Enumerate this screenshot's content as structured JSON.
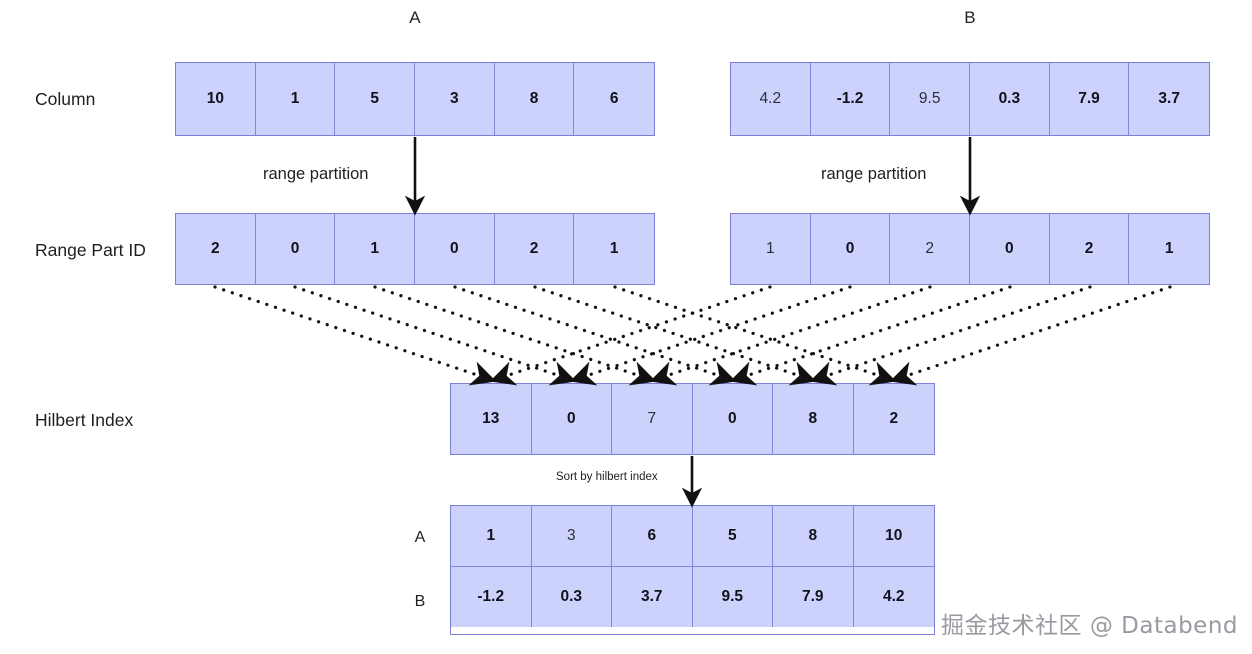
{
  "diagram": {
    "title_a": "A",
    "title_b": "B",
    "labels": {
      "column": "Column",
      "range_part_id": "Range Part ID",
      "hilbert_index": "Hilbert Index",
      "row_a": "A",
      "row_b": "B"
    },
    "edges": {
      "range_partition_a": "range partition",
      "range_partition_b": "range partition",
      "sort_by_hilbert": "Sort by hilbert index"
    },
    "column_a": {
      "name": "A",
      "values": [
        "10",
        "1",
        "5",
        "3",
        "8",
        "6"
      ],
      "bold": [
        true,
        true,
        true,
        true,
        true,
        true
      ]
    },
    "column_b": {
      "name": "B",
      "values": [
        "4.2",
        "-1.2",
        "9.5",
        "0.3",
        "7.9",
        "3.7"
      ],
      "bold": [
        false,
        true,
        false,
        true,
        true,
        true
      ]
    },
    "range_part_id_a": {
      "values": [
        "2",
        "0",
        "1",
        "0",
        "2",
        "1"
      ],
      "bold": [
        true,
        true,
        true,
        true,
        true,
        true
      ]
    },
    "range_part_id_b": {
      "values": [
        "1",
        "0",
        "2",
        "0",
        "2",
        "1"
      ],
      "bold": [
        false,
        true,
        false,
        true,
        true,
        true
      ]
    },
    "hilbert_index": {
      "values": [
        "13",
        "0",
        "7",
        "0",
        "8",
        "2"
      ],
      "bold": [
        true,
        true,
        false,
        true,
        true,
        true
      ]
    },
    "sorted_table": {
      "rows": [
        {
          "label": "A",
          "values": [
            "1",
            "3",
            "6",
            "5",
            "8",
            "10"
          ],
          "bold": [
            true,
            false,
            true,
            true,
            true,
            true
          ]
        },
        {
          "label": "B",
          "values": [
            "-1.2",
            "0.3",
            "3.7",
            "9.5",
            "7.9",
            "4.2"
          ],
          "bold": [
            true,
            true,
            true,
            true,
            true,
            true
          ]
        }
      ]
    },
    "watermark": "掘金技术社区 @ Databend",
    "colors": {
      "cell_fill": "#ccd2fb",
      "cell_border": "#8287d8",
      "outer_border": "#7b80d6",
      "arrow": "#111111",
      "text": "#1b1b1b"
    }
  }
}
